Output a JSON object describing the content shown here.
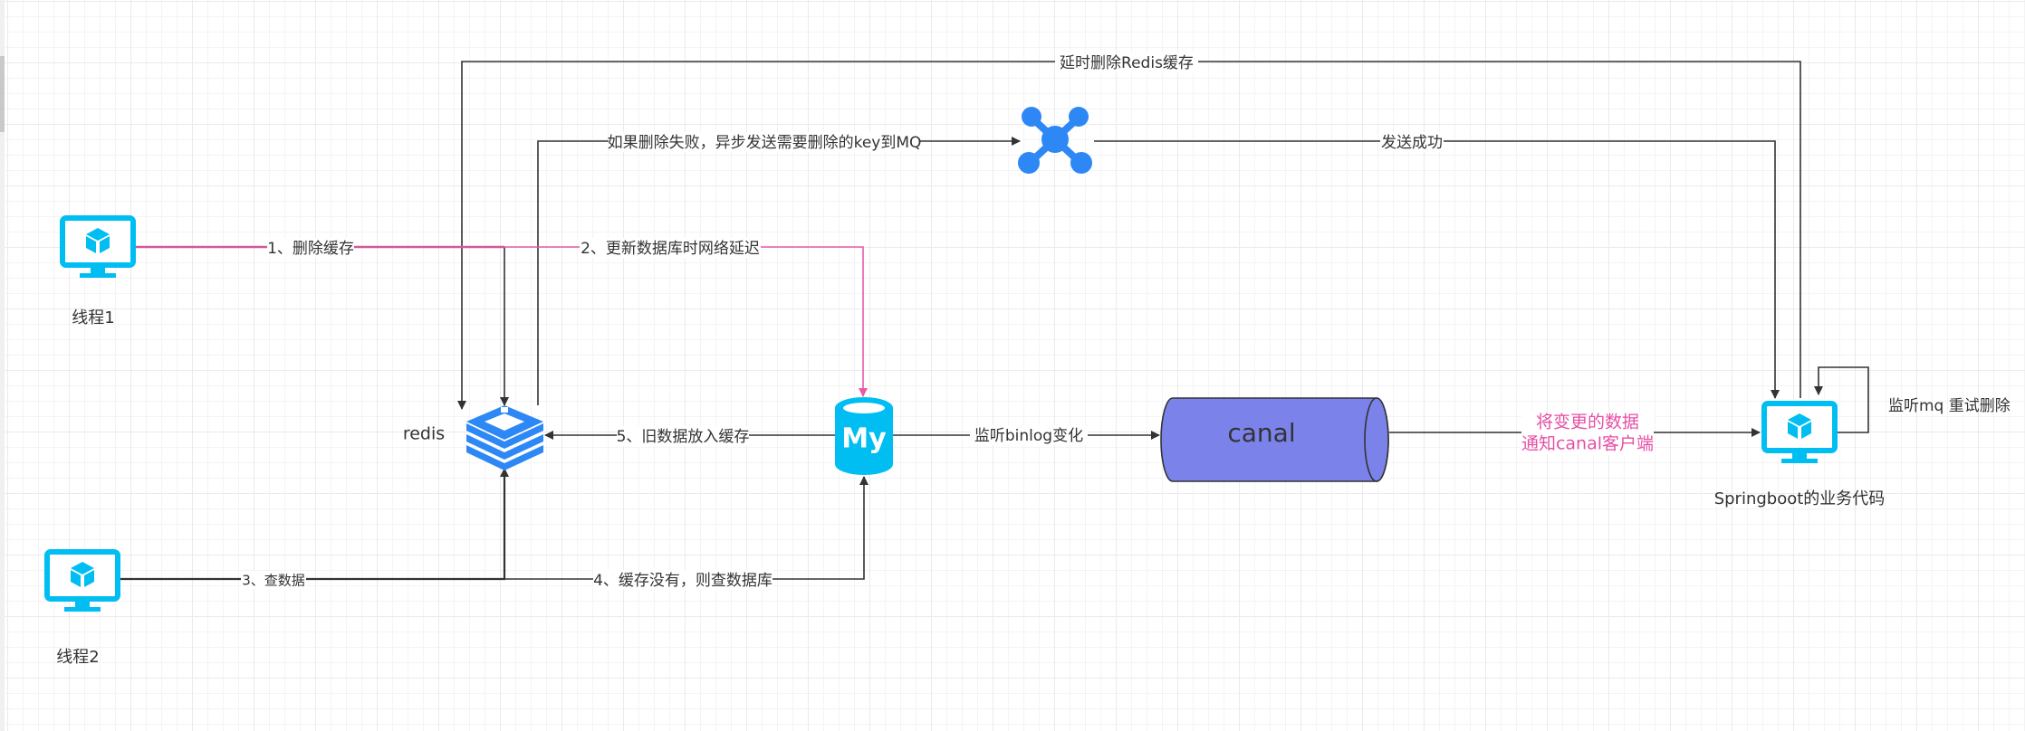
{
  "diagram": {
    "nodes": {
      "thread1": {
        "label": "线程1",
        "icon": "monitor-icon"
      },
      "thread2": {
        "label": "线程2",
        "icon": "monitor-icon"
      },
      "redis": {
        "label": "redis",
        "icon": "redis-icon"
      },
      "mysql": {
        "label": "My",
        "icon": "mysql-icon"
      },
      "canal": {
        "label": "canal",
        "icon": "cylinder"
      },
      "mq": {
        "label": "",
        "icon": "mq-network-icon"
      },
      "springboot": {
        "label": "Springboot的业务代码",
        "icon": "monitor-icon"
      }
    },
    "edges": {
      "delete_cache": "1、删除缓存",
      "update_db": "2、更新数据库时网络延迟",
      "query_data": "3、查数据",
      "cache_miss": "4、缓存没有，则查数据库",
      "old_data_cache": "5、旧数据放入缓存",
      "send_mq": "如果删除失败，异步发送需要删除的key到MQ",
      "send_success": "发送成功",
      "delayed_delete": "延时删除Redis缓存",
      "listen_binlog": "监听binlog变化",
      "notify_canal_line1": "将变更的数据",
      "notify_canal_line2": "通知canal客户端",
      "retry_delete": "监听mq 重试删除"
    },
    "colors": {
      "icon_cyan": "#00bef2",
      "icon_blue": "#2d88f5",
      "canal_fill": "#7b83eb",
      "edge_dark": "#333333",
      "edge_pink": "#e85aa8",
      "label_pink": "#e54fa6"
    }
  }
}
